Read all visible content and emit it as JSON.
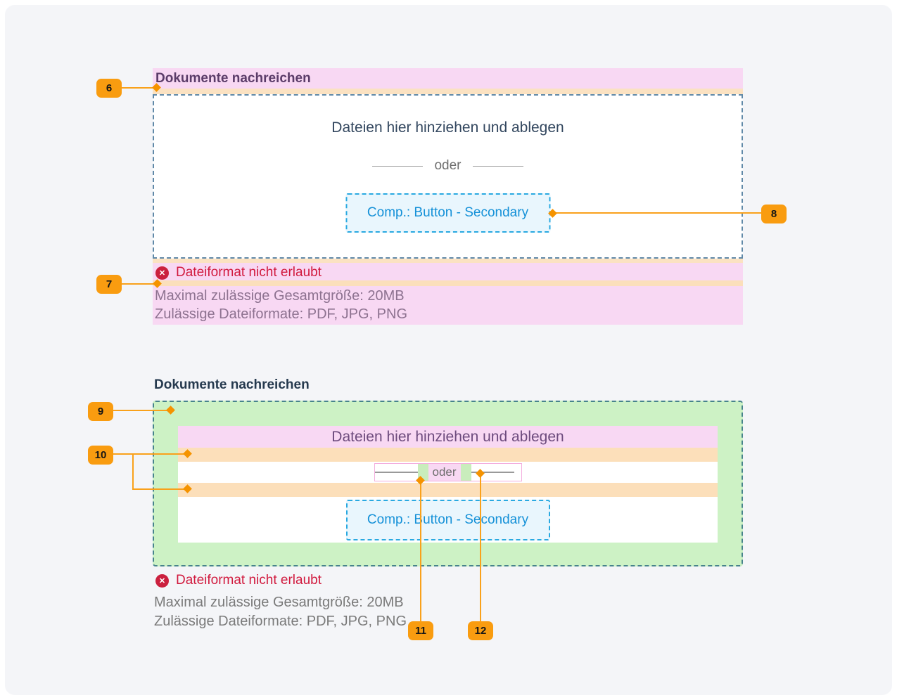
{
  "badges": {
    "b6": "6",
    "b7": "7",
    "b8": "8",
    "b9": "9",
    "b10": "10",
    "b11": "11",
    "b12": "12"
  },
  "upload_default": {
    "title": "Dokumente nachreichen",
    "dropzone_text": "Dateien hier hinziehen und ablegen",
    "divider_label": "oder",
    "button_label": "Comp.: Button - Secondary",
    "error_message": "Dateiformat nicht erlaubt",
    "error_icon": "✕",
    "hint_size": "Maximal zulässige Gesamtgröße: 20MB",
    "hint_formats": "Zulässige Dateiformate: PDF, JPG, PNG"
  },
  "upload_annotated": {
    "title": "Dokumente nachreichen",
    "dropzone_text": "Dateien hier hinziehen und ablegen",
    "divider_label": "oder",
    "button_label": "Comp.: Button - Secondary",
    "error_message": "Dateiformat nicht erlaubt",
    "error_icon": "✕",
    "hint_size": "Maximal zulässige Gesamtgröße: 20MB",
    "hint_formats": "Zulässige Dateiformate: PDF, JPG, PNG"
  },
  "colors": {
    "annotation_orange": "#f99c10",
    "highlight_pink": "#f8d8f3",
    "highlight_peach": "#fbe2c2",
    "highlight_green": "#cdf2c5",
    "dropzone_border_blue": "#6089a8",
    "dropzone_border_teal": "#47838c",
    "button_border_blue": "#29a9e1",
    "button_text_blue": "#1591d8",
    "error_red": "#d11a3e"
  }
}
